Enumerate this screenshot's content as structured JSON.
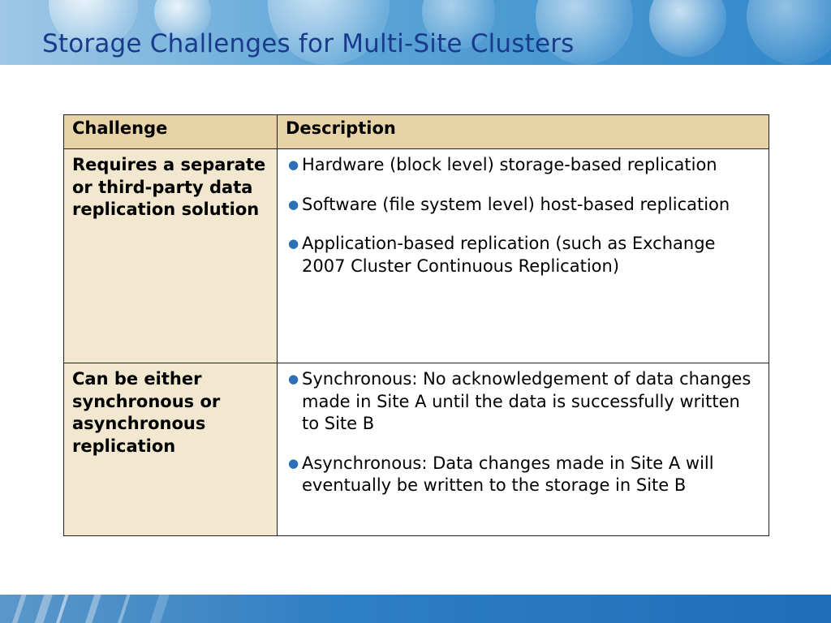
{
  "slide": {
    "title": "Storage Challenges for Multi-Site Clusters"
  },
  "table": {
    "headers": {
      "challenge": "Challenge",
      "description": "Description"
    },
    "rows": [
      {
        "challenge": "Requires a separate or third-party data replication solution",
        "bullets": [
          "Hardware (block level) storage-based replication",
          "Software (file system level) host-based replication",
          "Application-based replication (such as Exchange 2007 Cluster Continuous Replication)"
        ]
      },
      {
        "challenge": "Can be either synchronous or asynchronous replication",
        "bullets": [
          "Synchronous: No acknowledgement of data changes made in Site A until the data is successfully written to Site B",
          "Asynchronous: Data changes made in Site A will eventually be written to the storage in Site B"
        ]
      }
    ]
  },
  "colors": {
    "title": "#1a3a8c",
    "header_fill": "#e8d3a7",
    "first_column_fill": "#f2e7cf",
    "bullet": "#2f6fb5",
    "banner": "#5aa3d6"
  },
  "icons": {
    "bullet": "bullet-dot-icon",
    "banner_decor": "bubbles-decoration",
    "footer_decor": "light-streaks-decoration"
  }
}
